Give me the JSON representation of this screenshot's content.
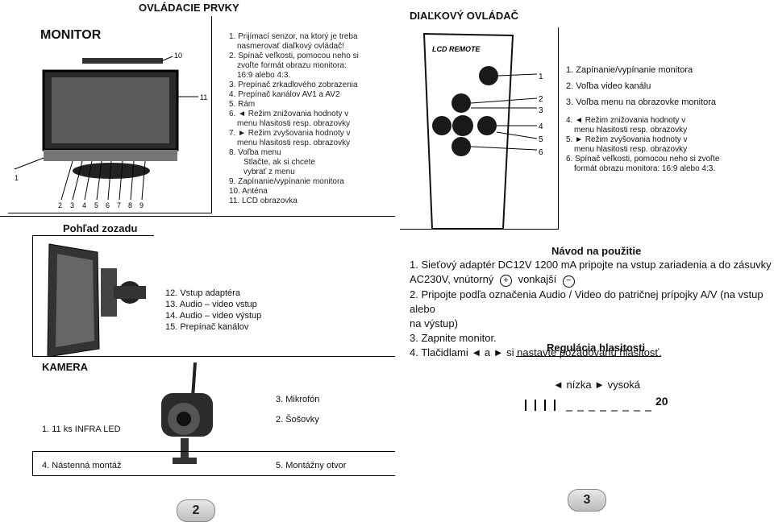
{
  "left": {
    "section_title": "OVLÁDACIE PRVKY",
    "monitor_label": "MONITOR",
    "monitor_callouts": [
      "10",
      "11",
      "1",
      "2",
      "3",
      "4",
      "5",
      "6",
      "7",
      "8",
      "9"
    ],
    "controls": [
      "1. Prijímací senzor, na ktorý je treba",
      "nasmerovať diaľkový ovládač!",
      "2. Spínač veľkosti, pomocou neho si",
      "zvoľte formát obrazu monitora:",
      "16:9 alebo 4:3.",
      "3. Prepínač zrkadlového zobrazenia",
      "4. Prepínač kanálov AV1 a AV2",
      "5. Rám",
      "6. ◄ Režim znižovania hodnoty v",
      "menu hlasitosti resp. obrazovky",
      "7. ► Režim zvyšovania hodnoty v",
      "menu hlasitosti resp. obrazovky",
      "8. Voľba menu",
      "Stlačte, ak si chcete",
      "vybrať z menu",
      "9. Zapínanie/vypínanie monitora",
      "10. Anténa",
      "11. LCD obrazovka"
    ],
    "side_view_title": "Pohľad zozadu",
    "side_view_items": [
      "12. Vstup adaptéra",
      "13. Audio – video vstup",
      "14. Audio – video výstup",
      "15. Prepínač kanálov"
    ],
    "camera_title": "KAMERA",
    "camera_items": {
      "led": "1. 11 ks INFRA LED",
      "mount": "4. Nástenná montáž",
      "mic": "3. Mikrofón",
      "lens": "2. Šošovky",
      "hole": "5. Montážny otvor"
    },
    "page_number": "2"
  },
  "right": {
    "section_title": "DIAĽKOVÝ OVLÁDAČ",
    "remote_label": "LCD REMOTE",
    "remote_callouts": [
      "1",
      "2",
      "3",
      "4",
      "5",
      "6"
    ],
    "remote_items": [
      "1. Zapínanie/vypínanie monitora",
      "2. Voľba video kanálu",
      "3. Voľba menu na obrazovke monitora"
    ],
    "remote_items_small": [
      "4. ◄ Režim znižovania hodnoty v",
      "menu hlasitosti resp. obrazovky",
      "5. ► Režim zvyšovania hodnoty v",
      "menu hlasitosti resp. obrazovky",
      "6. Spínač veľkosti, pomocou neho si zvoľte",
      "formát obrazu monitora: 16:9 alebo 4:3."
    ],
    "usage_title": "Návod na použitie",
    "usage_lines": [
      "1. Sieťový adaptér DC12V 1200 mA pripojte na vstup zariadenia a do zásuvky",
      "AC230V, vnútorný",
      "vonkajší",
      "2. Pripojte podľa označenia Audio / Video do patričnej prípojky A/V (na vstup alebo",
      "na výstup)",
      "3. Zapnite monitor.",
      "4. Tlačidlami ◄ a ► si nastavte požadovanú hlasitosť."
    ],
    "volume_title": "Regulácia hlasitosti",
    "volume_label": "◄ nízka ► vysoká",
    "volume_max": "20",
    "volume_level": 4,
    "page_number": "3"
  }
}
